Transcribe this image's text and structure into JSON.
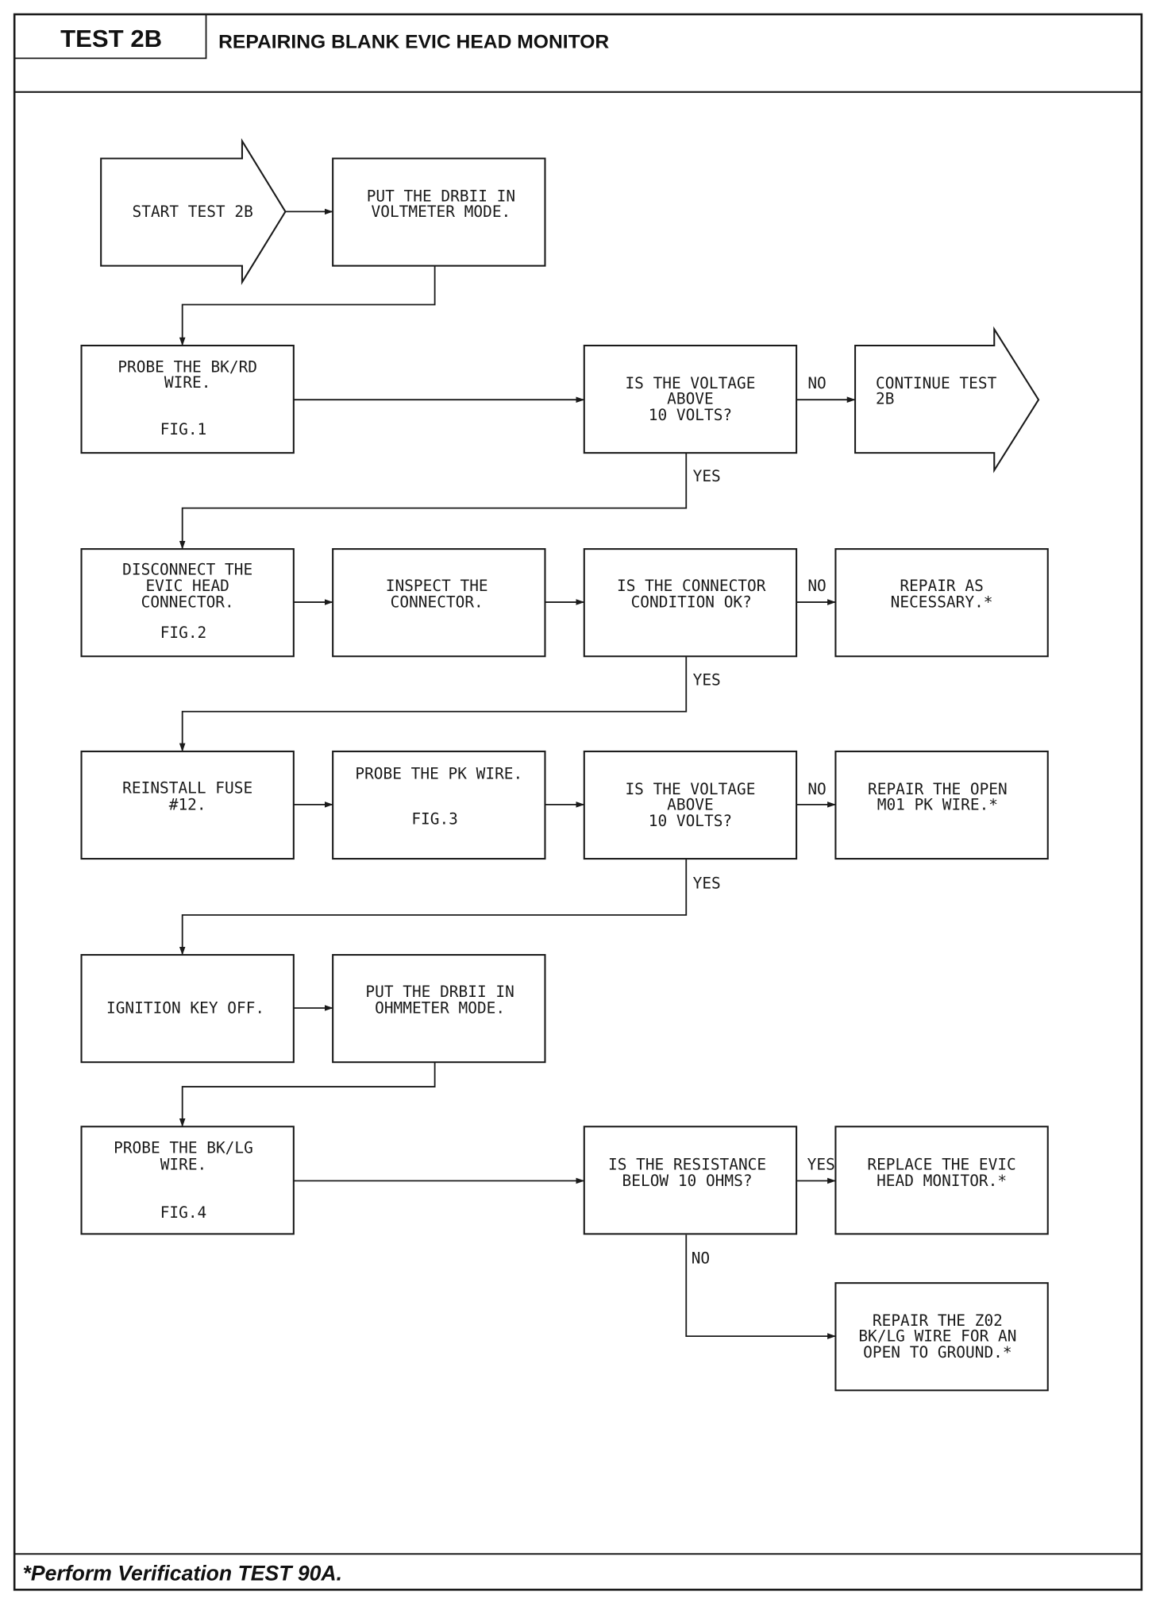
{
  "header": {
    "test_id": "TEST 2B",
    "title": "REPAIRING BLANK EVIC HEAD MONITOR"
  },
  "flowchart": {
    "start": {
      "label": "START TEST 2B"
    },
    "put_drb_voltmeter": {
      "lines": [
        "PUT THE DRBII IN",
        "VOLTMETER MODE."
      ]
    },
    "probe_bk_rd": {
      "lines": [
        "PROBE THE BK/RD",
        "WIRE."
      ],
      "figure": "FIG.1"
    },
    "check_voltage_bk_rd": {
      "lines": [
        "IS THE VOLTAGE",
        "ABOVE",
        "10 VOLTS?"
      ],
      "no": "NO",
      "yes": "YES"
    },
    "continue_test": {
      "lines": [
        "CONTINUE TEST",
        "2B"
      ]
    },
    "disconnect_evic": {
      "lines": [
        "DISCONNECT THE",
        "EVIC HEAD",
        "CONNECTOR."
      ],
      "figure": "FIG.2"
    },
    "inspect_connector": {
      "lines": [
        "INSPECT THE",
        "CONNECTOR."
      ]
    },
    "check_connector": {
      "lines": [
        "IS THE CONNECTOR",
        "CONDITION OK?"
      ],
      "no": "NO",
      "yes": "YES"
    },
    "repair_as_necessary": {
      "lines": [
        "REPAIR AS",
        "NECESSARY.*"
      ]
    },
    "reinstall_fuse": {
      "lines": [
        "REINSTALL FUSE",
        "#12."
      ]
    },
    "probe_pk": {
      "lines": [
        "PROBE THE PK WIRE."
      ],
      "figure": "FIG.3"
    },
    "check_voltage_pk": {
      "lines": [
        "IS THE VOLTAGE",
        "ABOVE",
        "10 VOLTS?"
      ],
      "no": "NO",
      "yes": "YES"
    },
    "repair_open_pk": {
      "lines": [
        "REPAIR THE OPEN",
        "M01 PK WIRE.*"
      ]
    },
    "ignition_off": {
      "lines": [
        "IGNITION KEY OFF."
      ]
    },
    "put_drb_ohmmeter": {
      "lines": [
        "PUT THE DRBII IN",
        "OHMMETER MODE."
      ]
    },
    "probe_bk_lg": {
      "lines": [
        "PROBE THE BK/LG",
        "WIRE."
      ],
      "figure": "FIG.4"
    },
    "check_resistance": {
      "lines": [
        "IS THE RESISTANCE",
        "BELOW 10 OHMS?"
      ],
      "yes": "YES",
      "no": "NO"
    },
    "replace_evic": {
      "lines": [
        "REPLACE THE EVIC",
        "HEAD MONITOR.*"
      ]
    },
    "repair_z02": {
      "lines": [
        "REPAIR THE Z02",
        "BK/LG WIRE FOR AN",
        "OPEN TO GROUND.*"
      ]
    }
  },
  "footer": {
    "note": "*Perform Verification TEST 90A."
  }
}
